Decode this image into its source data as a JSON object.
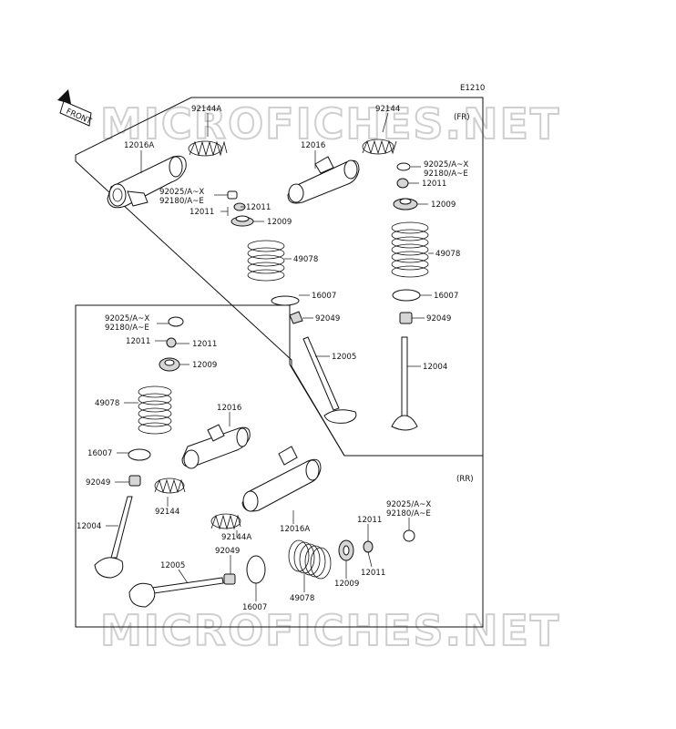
{
  "diagram": {
    "code": "E1210",
    "front_label": "FRONT",
    "watermark": "MICROFICHES.NET",
    "section_fr": "(FR)",
    "section_rr": "(RR)"
  },
  "labels": {
    "fr": [
      "12016A",
      "92144A",
      "12016",
      "92144",
      "92025/A~X",
      "92180/A~E",
      "12011",
      "12011",
      "12009",
      "92025/A~X",
      "92180/A~E",
      "12011",
      "12009",
      "49078",
      "49078",
      "16007",
      "16007",
      "92049",
      "92049",
      "12005",
      "12004"
    ],
    "rr": [
      "92025/A~X",
      "92180/A~E",
      "12011",
      "12011",
      "12009",
      "49078",
      "12016",
      "16007",
      "92049",
      "92144",
      "12004",
      "12016A",
      "92144A",
      "92049",
      "12005",
      "16007",
      "49078",
      "12009",
      "12011",
      "12011",
      "92025/A~X",
      "92180/A~E"
    ]
  }
}
